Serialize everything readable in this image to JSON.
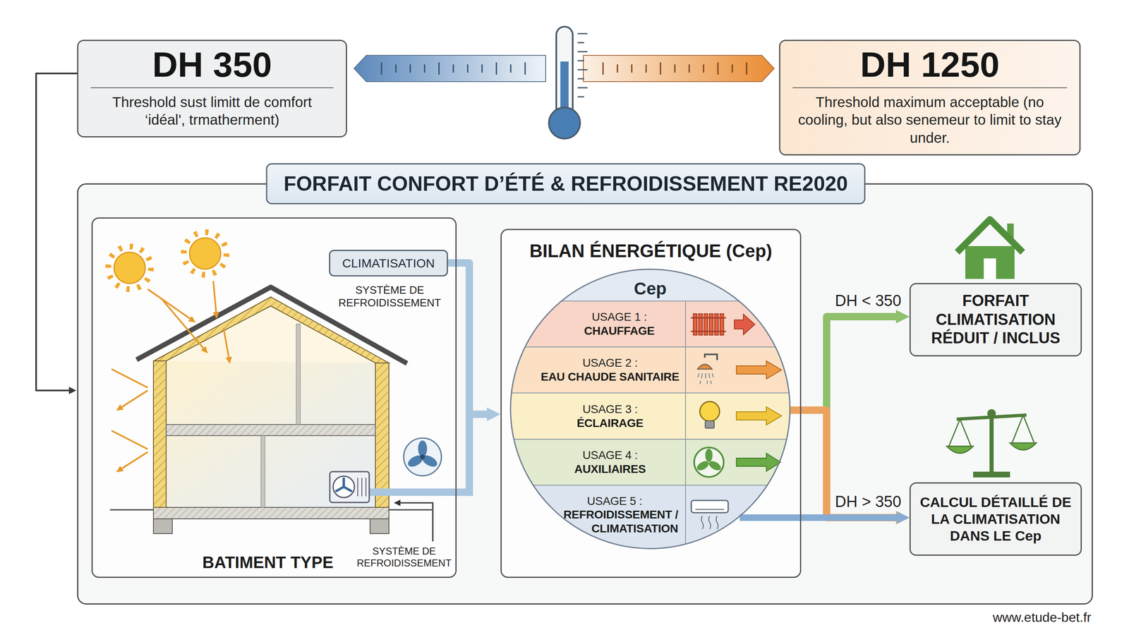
{
  "diagram": {
    "nodes": [
      {
        "text": [
          "DH 350",
          "Threshold sust limitt de comfort ‘idéal', trmatherment)"
        ]
      },
      {
        "text": [
          "DH 1250",
          "Threshold maximum acceptable (no cooling, but also senemeur to limit to stay under."
        ]
      },
      {
        "text": [
          "FORFAIT CONFORT D’ÉTÉ & REFROIDISSEMENT RE2020"
        ]
      },
      {
        "text": [
          "BATIMENT TYPE"
        ],
        "in": 2
      },
      {
        "text": [
          "CLIMATISATION"
        ],
        "in": 3
      },
      {
        "text": [
          "BILAN ÉNERGÉTIQUE (Cep)"
        ],
        "in": 2
      },
      {
        "text": [
          "Cep"
        ],
        "in": 5
      },
      {
        "text": [
          "USAGE 1 :",
          "CHAUFFAGE"
        ],
        "in": 6
      },
      {
        "text": [
          "USAGE 2 :",
          "EAU CHAUDE SANITAIRE"
        ],
        "in": 6
      },
      {
        "text": [
          "USAGE 3 :",
          "ÉCLAIRAGE"
        ],
        "in": 6
      },
      {
        "text": [
          "USAGE 4 :",
          "AUXILIAIRES"
        ],
        "in": 6
      },
      {
        "text": [
          "USAGE 5 :",
          "REFROIDISSEMENT / CLIMATISATION"
        ],
        "in": 6
      },
      {
        "text": [
          "FORFAIT CLIMATISATION RÉDUIT / INCLUS"
        ],
        "in": 2
      },
      {
        "text": [
          "CALCUL DÉTAILLÉ DE LA CLIMATISATION DANS LE Cep"
        ],
        "in": 2
      }
    ],
    "edges": [
      {
        "from": 0,
        "to": 2,
        "arrow": "to"
      },
      {
        "from": 4,
        "to": 5,
        "arrow": "to"
      },
      {
        "from": 6,
        "to": 12,
        "label": "DH < 350",
        "arrow": "to"
      },
      {
        "from": 6,
        "to": 13,
        "label": "DH > 350",
        "arrow": "to"
      },
      {
        "from": 11,
        "to": 13,
        "arrow": "to"
      }
    ],
    "labels": [
      "SYSTÈME DE REFROIDISSEMENT",
      "SYSTÈME DE REFROIDISSEMENT",
      "www.etude-bet.fr"
    ]
  }
}
